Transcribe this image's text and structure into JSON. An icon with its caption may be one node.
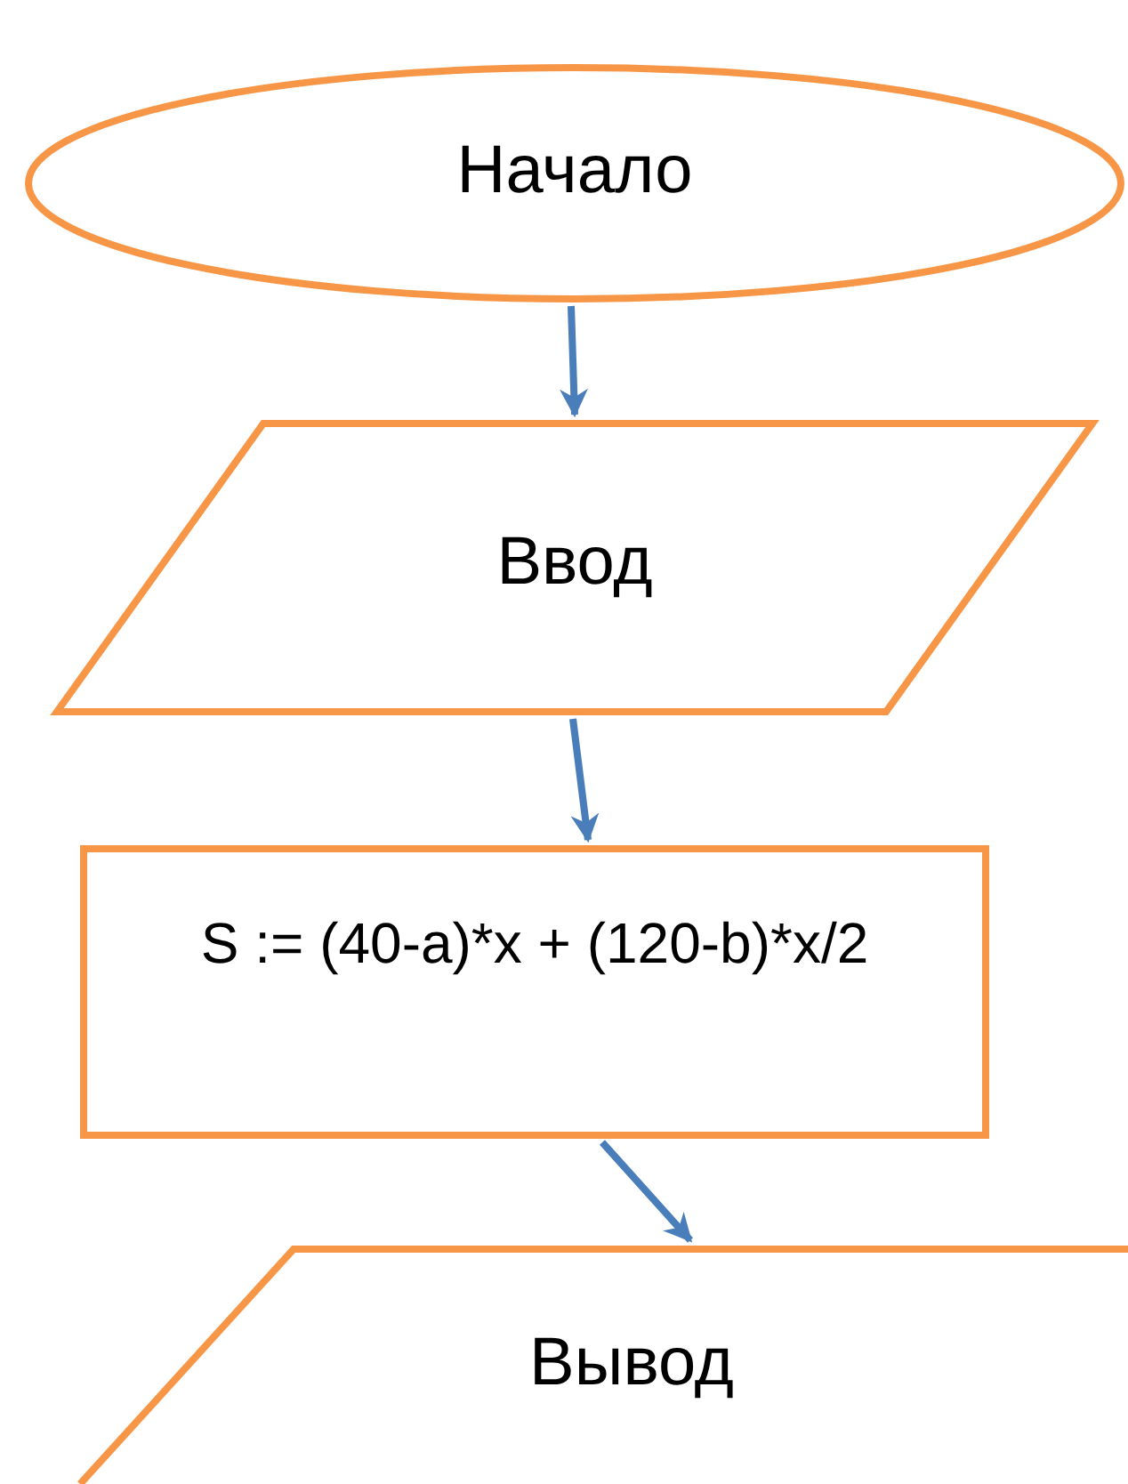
{
  "diagram": {
    "nodes": [
      {
        "text": [
          "Начало"
        ]
      },
      {
        "text": [
          "Ввод"
        ]
      },
      {
        "text": [
          "S := (40-а)*x + (120-b)*x/2"
        ]
      },
      {
        "text": [
          "Вывод"
        ]
      }
    ],
    "edges": [
      {
        "from": 0,
        "to": 1,
        "arrow": "to"
      },
      {
        "from": 1,
        "to": 2,
        "arrow": "to"
      },
      {
        "from": 2,
        "to": 3,
        "arrow": "to"
      }
    ]
  }
}
